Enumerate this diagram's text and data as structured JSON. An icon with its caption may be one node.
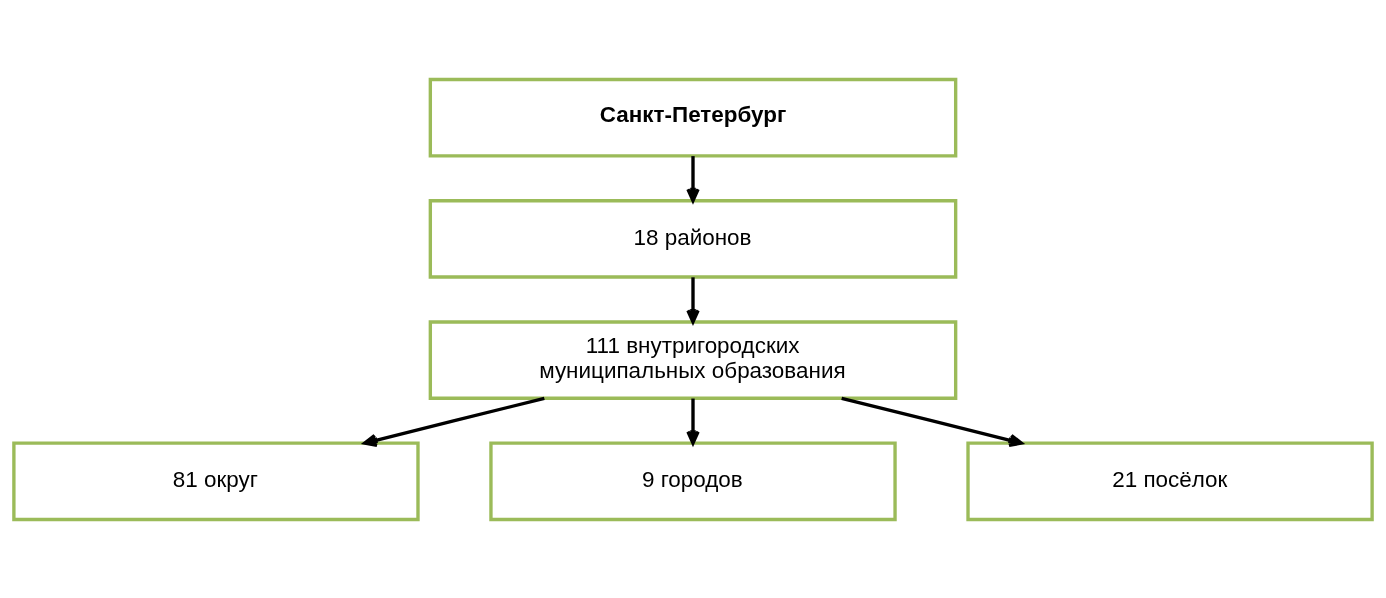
{
  "diagram": {
    "nodes": [
      {
        "text": [
          "Санкт-Петербург"
        ]
      },
      {
        "text": [
          "18 районов"
        ]
      },
      {
        "text": [
          "111 внутригородских муниципальных образования"
        ]
      },
      {
        "text": [
          "81 округ"
        ]
      },
      {
        "text": [
          "9 городов"
        ]
      },
      {
        "text": [
          "21 посёлок"
        ]
      }
    ],
    "edges": [
      {
        "from": 0,
        "to": 1,
        "arrow": "to"
      },
      {
        "from": 1,
        "to": 2,
        "arrow": "to"
      },
      {
        "from": 2,
        "to": 3,
        "arrow": "to"
      },
      {
        "from": 2,
        "to": 4,
        "arrow": "to"
      },
      {
        "from": 2,
        "to": 5,
        "arrow": "to"
      }
    ]
  }
}
